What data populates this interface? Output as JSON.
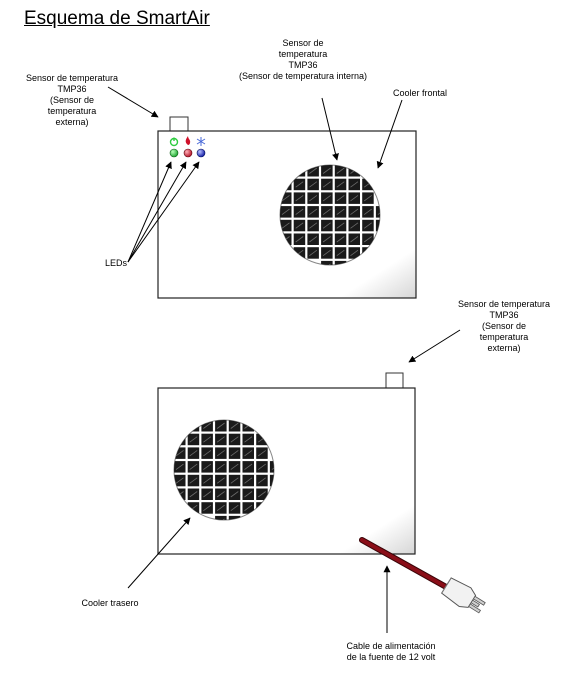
{
  "title": "Esquema de SmartAir",
  "labels": {
    "sensor_top_left": [
      "Sensor de temperatura",
      "TMP36",
      "(Sensor de",
      "temperatura",
      "externa)"
    ],
    "sensor_internal": [
      "Sensor de",
      "temperatura",
      "TMP36",
      "(Sensor de temperatura interna)"
    ],
    "cooler_frontal": [
      "Cooler frontal"
    ],
    "leds": [
      "LEDs"
    ],
    "sensor_right": [
      "Sensor de temperatura",
      "TMP36",
      "(Sensor de",
      "temperatura",
      "externa)"
    ],
    "cooler_trasero": [
      "Cooler trasero"
    ],
    "cable": [
      "Cable de alimentación",
      "de la fuente de 12 volt"
    ]
  },
  "colors": {
    "led_green": "#2ecc40",
    "led_red": "#d0102a",
    "led_blue": "#1a2bd0",
    "cable": "#7a0a12",
    "fan_grill": "#1a1a1a"
  },
  "icons": {
    "led_icons": [
      "power-icon",
      "flame-icon",
      "snowflake-icon"
    ]
  }
}
